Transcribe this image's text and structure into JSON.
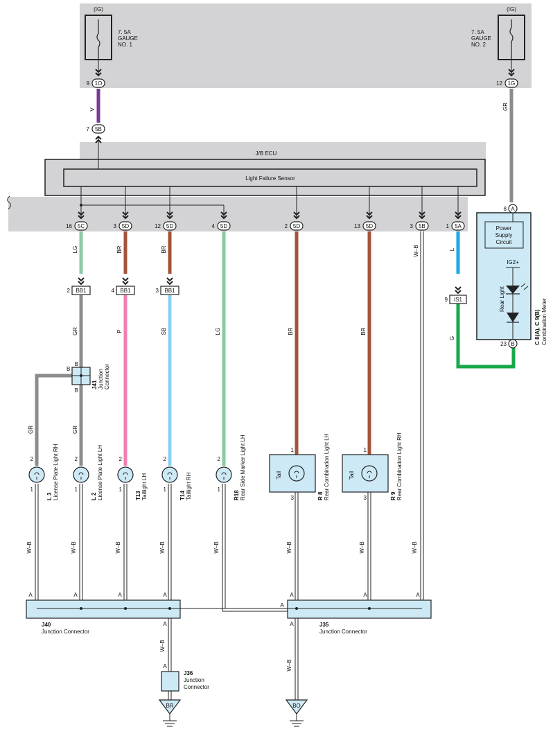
{
  "power": {
    "ig_left": "(IG)",
    "ig_right": "(IG)",
    "fuse_left_amp": "7. 5A",
    "fuse_left_name1": "GAUGE",
    "fuse_left_name2": "NO. 1",
    "fuse_right_amp": "7. 5A",
    "fuse_right_name1": "GAUGE",
    "fuse_right_name2": "NO. 2"
  },
  "ecu": {
    "title": "J/B ECU",
    "sensor": "Light Failure Sensor"
  },
  "pins": {
    "p9": "9",
    "c1o": "1O",
    "p12": "12",
    "c1g": "1G",
    "p7": "7",
    "c5b": "5B",
    "p16": "16",
    "c5c": "5C",
    "p3a": "3",
    "c5d1": "5D",
    "p12b": "12",
    "c5d2": "5D",
    "p4": "4",
    "c5d3": "5D",
    "p2": "2",
    "c5d4": "5D",
    "p13": "13",
    "c5d5": "5D",
    "p3b": "3",
    "c5b2": "5B",
    "p1": "1",
    "c5a": "5A",
    "p2bb": "2",
    "bb1a": "BB1",
    "p4bb": "4",
    "bb1b": "BB1",
    "p3bb": "3",
    "bb1c": "BB1",
    "p9is": "9",
    "is1": "IS1",
    "p8": "8",
    "cA": "A",
    "p23": "23",
    "cB": "B"
  },
  "wires": {
    "v": "V",
    "gr_top": "GR",
    "lg": "LG",
    "br1": "BR",
    "br2": "BR",
    "gr": "GR",
    "p": "P",
    "sb": "SB",
    "lg2": "LG",
    "br3": "BR",
    "br4": "BR",
    "wb_long": "W–B",
    "l": "L",
    "g": "G",
    "gr_l3": "GR",
    "gr_l2": "GR",
    "wb1": "W–B",
    "wb2": "W–B",
    "wb3": "W–B",
    "wb4": "W–B",
    "wb5": "W–B",
    "wb6": "W–B",
    "wb7": "W–B",
    "wb8": "W–B",
    "wb9": "W–B"
  },
  "meter": {
    "psc1": "Power",
    "psc2": "Supply",
    "psc3": "Circuit",
    "ig2": "IG2+",
    "rear_light": "Rear Light",
    "code": "C 8(A), C 9(B)",
    "name": "Combination Meter"
  },
  "j41": {
    "b1": "B",
    "b2": "B",
    "b3": "B",
    "code": "J41",
    "name1": "Junction",
    "name2": "Connector"
  },
  "loads": {
    "pin2_l3": "2",
    "pin1_l3": "1",
    "l3_code": "L 3",
    "l3_name": "License Plate Light RH",
    "pin2_l2": "2",
    "pin1_l2": "1",
    "l2_code": "L 2",
    "l2_name": "License Plate Light LH",
    "pin2_t13": "2",
    "pin1_t13": "1",
    "t13_code": "T13",
    "t13_name": "Taillight LH",
    "pin2_t14": "2",
    "pin1_t14": "1",
    "t14_code": "T14",
    "t14_name": "Taillight RH",
    "pin2_r18": "2",
    "pin1_r18": "1",
    "r18_code": "R18",
    "r18_name": "Rear Side Marker Light LH",
    "pin1_r8": "1",
    "pin3_r8": "3",
    "tail_r8": "Tail",
    "r8_code": "R 8",
    "r8_name": "Rear Combination Light LH",
    "pin1_r9": "1",
    "pin3_r9": "3",
    "tail_r9": "Tail",
    "r9_code": "R 9",
    "r9_name": "Rear Combination Light RH"
  },
  "junctions": {
    "a": "A",
    "j40_code": "J40",
    "j40_name": "Junction Connector",
    "j35_code": "J35",
    "j35_name": "Junction Connector",
    "j36_code": "J36",
    "j36_name1": "Junction",
    "j36_name2": "Connector",
    "ground_br": "BR",
    "ground_bo": "BO"
  }
}
